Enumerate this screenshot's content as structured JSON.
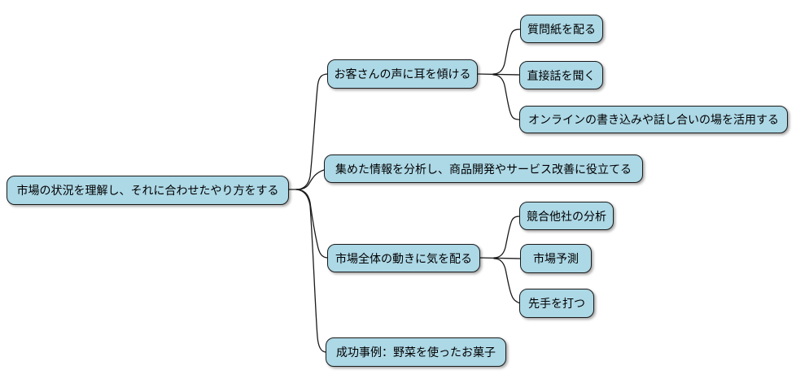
{
  "diagram": {
    "type": "mindmap",
    "root": {
      "label": "市場の状況を理解し、それに合わせたやり方をする"
    },
    "branches": [
      {
        "label": "お客さんの声に耳を傾ける",
        "children": [
          {
            "label": "質問紙を配る"
          },
          {
            "label": "直接話を聞く"
          },
          {
            "label": "オンラインの書き込みや話し合いの場を活用する"
          }
        ]
      },
      {
        "label": "集めた情報を分析し、商品開発やサービス改善に役立てる",
        "children": []
      },
      {
        "label": "市場全体の動きに気を配る",
        "children": [
          {
            "label": "競合他社の分析"
          },
          {
            "label": "市場予測"
          },
          {
            "label": "先手を打つ"
          }
        ]
      },
      {
        "label": "成功事例：野菜を使ったお菓子",
        "children": []
      }
    ],
    "colors": {
      "node_fill": "#add8e6",
      "node_border": "#1a1a1a",
      "connector": "#1a1a1a",
      "background": "#ffffff"
    }
  }
}
